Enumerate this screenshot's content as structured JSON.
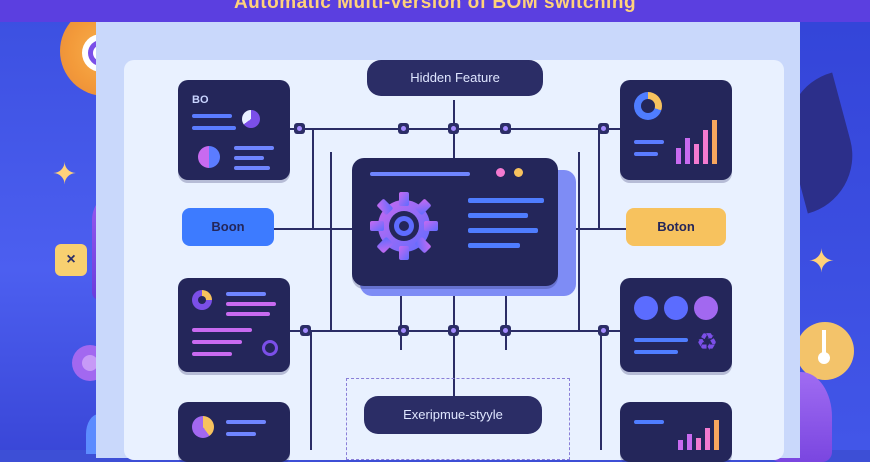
{
  "header": {
    "title": "Automatic Multi-version of BOM switching"
  },
  "top_pill": {
    "label": "Hidden Feature"
  },
  "left_button": {
    "label": "Boon"
  },
  "right_button": {
    "label": "Boton"
  },
  "bottom_pill": {
    "label": "Exeripmue-styyle"
  },
  "top_left_card": {
    "label": "BO"
  },
  "colors": {
    "accent_purple": "#7b4fe8",
    "accent_blue": "#3d7bff",
    "accent_orange": "#f7c25e",
    "card_dark": "#24265a",
    "bar_blue": "#4f7dff"
  },
  "icons": [
    "gear-icon",
    "sparkle-icon",
    "close-icon",
    "recycle-icon",
    "leaf-icon"
  ]
}
